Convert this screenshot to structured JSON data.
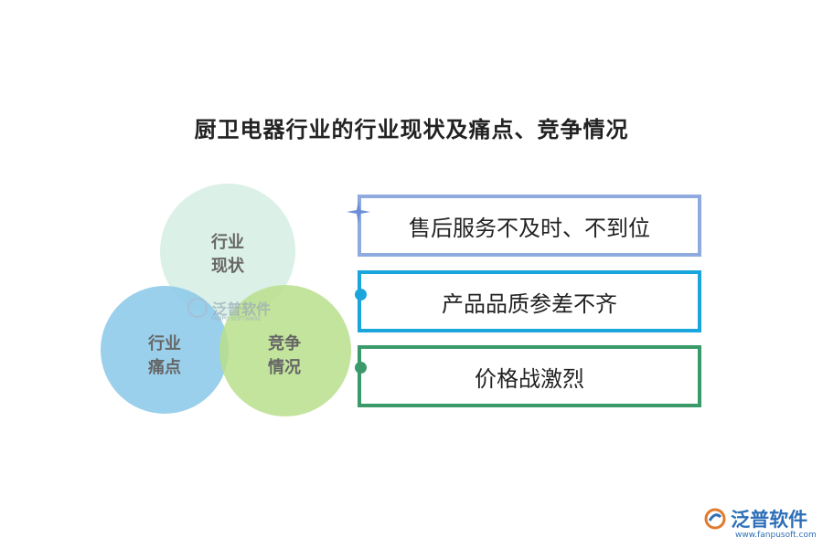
{
  "title": "厨卫电器行业的行业现状及痛点、竞争情况",
  "circles": [
    {
      "label_line1": "行业",
      "label_line2": "现状",
      "color": "#d9efe6"
    },
    {
      "label_line1": "行业",
      "label_line2": "痛点",
      "color": "#8fcbea"
    },
    {
      "label_line1": "竞争",
      "label_line2": "情况",
      "color": "#b9df8c"
    }
  ],
  "items": [
    {
      "text": "售后服务不及时、不到位",
      "color": "#8eaadf",
      "marker": "star"
    },
    {
      "text": "产品品质参差不齐",
      "color": "#1aa6dc",
      "marker": "dot"
    },
    {
      "text": "价格战激烈",
      "color": "#3a9a6a",
      "marker": "dot"
    }
  ],
  "watermark": {
    "text": "泛普软件",
    "sub": "FANPU SOFTWARE"
  },
  "brand": {
    "name": "泛普软件",
    "url": "www.fanpusoft.com"
  }
}
